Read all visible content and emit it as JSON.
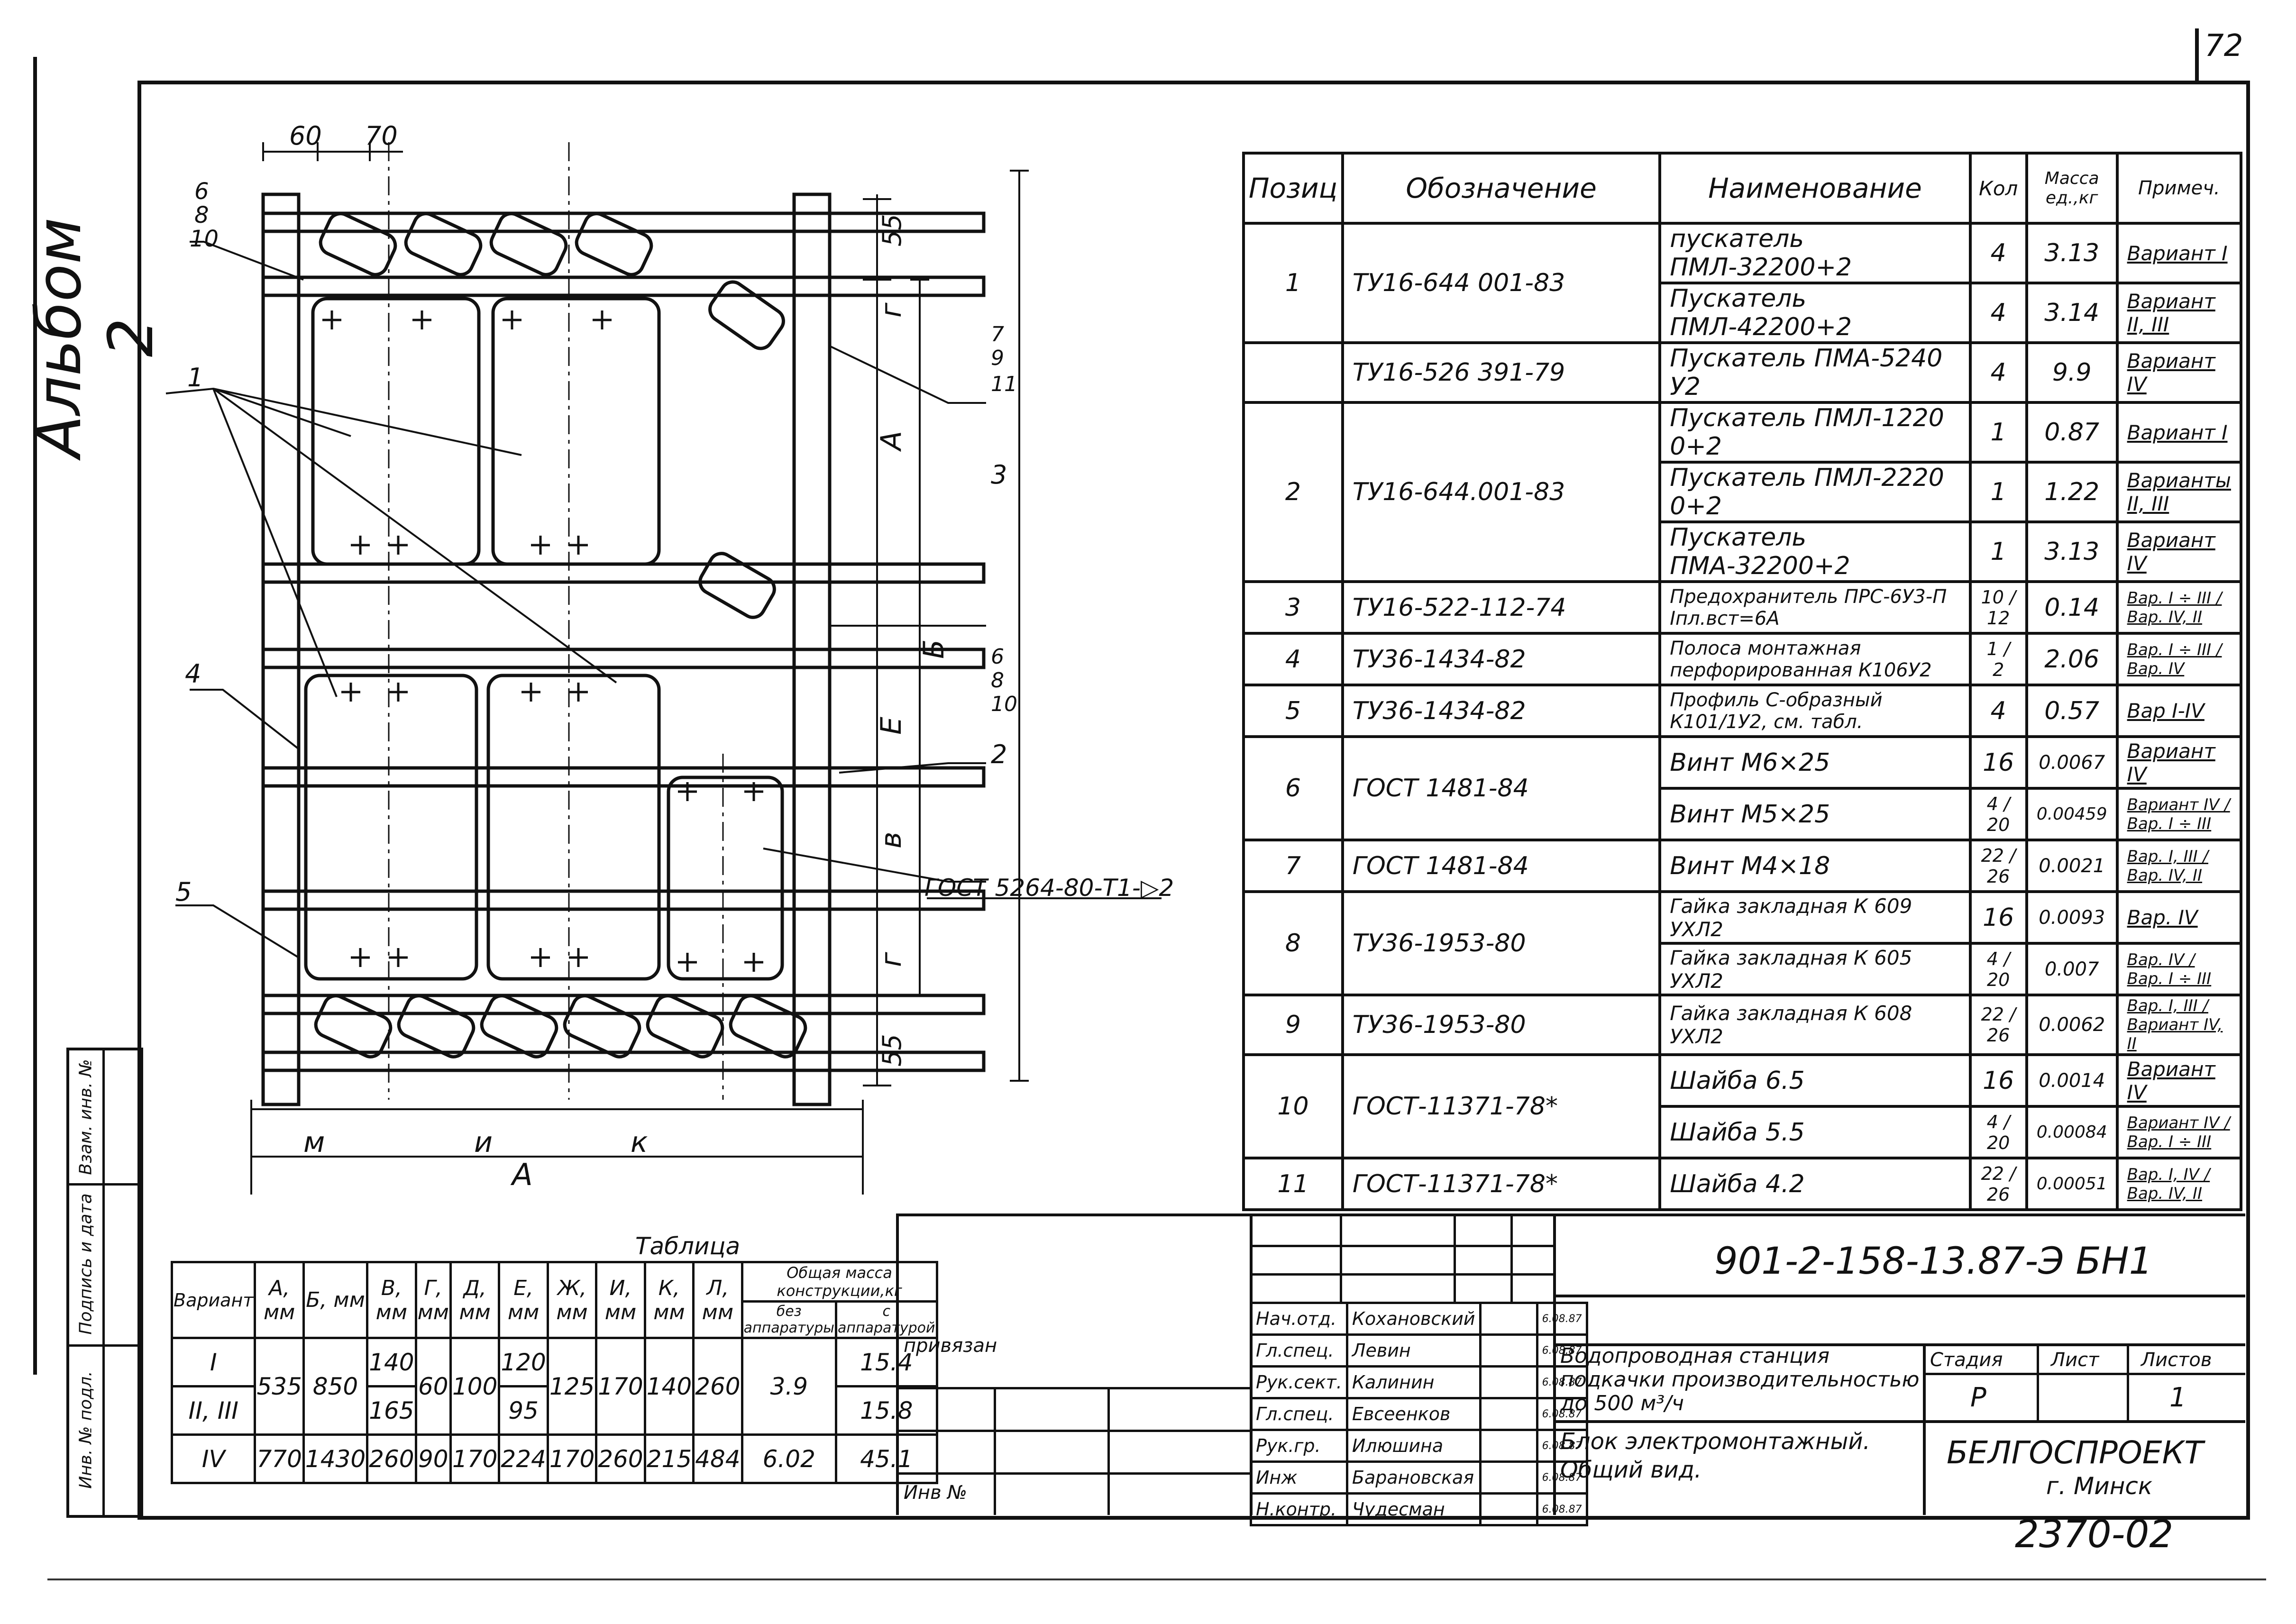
{
  "page_number": "72",
  "album_label": "Альбом 2",
  "drawing": {
    "top_dims": [
      "60",
      "70"
    ],
    "right_dims_top": "55",
    "right_dims_bottom": "55",
    "dim_letters": {
      "g1": "г",
      "a": "А",
      "b": "Б",
      "e": "Е",
      "v": "в",
      "g2": "г",
      "m": "м",
      "i": "и",
      "k": "к",
      "A": "А"
    },
    "callouts": {
      "stack_left_1": [
        "6",
        "8",
        "10"
      ],
      "callout_1": "1",
      "callout_4": "4",
      "callout_5": "5",
      "stack_right_1": [
        "7",
        "9",
        "11"
      ],
      "callout_3": "3",
      "stack_right_2": [
        "6",
        "8",
        "10"
      ],
      "callout_2": "2"
    },
    "weld_note": "ГОСТ 5264-80-Т1-▷2"
  },
  "spec_table": {
    "headers": [
      "Позиц",
      "Обозначение",
      "Наименование",
      "Кол",
      "Масса ед.,кг",
      "Примеч."
    ],
    "rows": [
      {
        "pos": "1",
        "designation": "ТУ16-644 001-83",
        "name": "пускатель ПМЛ-32200+2",
        "qty": "4",
        "mass": "3.13",
        "note": "Вариант I"
      },
      {
        "pos": "",
        "designation": "",
        "name": "Пускатель ПМЛ-42200+2",
        "qty": "4",
        "mass": "3.14",
        "note": "Вариант II, III"
      },
      {
        "pos": "",
        "designation": "ТУ16-526 391-79",
        "name": "Пускатель ПМА-5240 У2",
        "qty": "4",
        "mass": "9.9",
        "note": "Вариант IV"
      },
      {
        "pos": "2",
        "designation": "ТУ16-644.001-83",
        "name": "Пускатель ПМЛ-1220 0+2",
        "qty": "1",
        "mass": "0.87",
        "note": "Вариант I"
      },
      {
        "pos": "",
        "designation": "",
        "name": "Пускатель ПМЛ-2220 0+2",
        "qty": "1",
        "mass": "1.22",
        "note": "Варианты II, III"
      },
      {
        "pos": "",
        "designation": "",
        "name": "Пускатель ПМА-32200+2",
        "qty": "1",
        "mass": "3.13",
        "note": "Вариант IV"
      },
      {
        "pos": "3",
        "designation": "ТУ16-522-112-74",
        "name": "Предохранитель ПРС-6У3-П Iпл.вст=6А",
        "qty": "10 / 12",
        "mass": "0.14",
        "note": "Вар. I ÷ III / Вар. IV, II"
      },
      {
        "pos": "4",
        "designation": "ТУ36-1434-82",
        "name": "Полоса монтажная перфорированная К106У2",
        "qty": "1 / 2",
        "mass": "2.06",
        "note": "Вар. I ÷ III / Вар. IV"
      },
      {
        "pos": "5",
        "designation": "ТУ36-1434-82",
        "name": "Профиль С-образный К101/1У2, см. табл.",
        "qty": "4",
        "mass": "0.57",
        "note": "Вар I-IV"
      },
      {
        "pos": "6",
        "designation": "ГОСТ 1481-84",
        "name": "Винт М6×25",
        "qty": "16",
        "mass": "0.0067",
        "note": "Вариант IV"
      },
      {
        "pos": "",
        "designation": "",
        "name": "Винт М5×25",
        "qty": "4 / 20",
        "mass": "0.00459",
        "note": "Вариант IV / Вар. I ÷ III"
      },
      {
        "pos": "7",
        "designation": "ГОСТ 1481-84",
        "name": "Винт М4×18",
        "qty": "22 / 26",
        "mass": "0.0021",
        "note": "Вар. I, III / Вар. IV, II"
      },
      {
        "pos": "8",
        "designation": "ТУ36-1953-80",
        "name": "Гайка закладная К 609 УХЛ2",
        "qty": "16",
        "mass": "0.0093",
        "note": "Вар. IV"
      },
      {
        "pos": "",
        "designation": "",
        "name": "Гайка закладная К 605 УХЛ2",
        "qty": "4 / 20",
        "mass": "0.007",
        "note": "Вар. IV / Вар. I ÷ III"
      },
      {
        "pos": "9",
        "designation": "ТУ36-1953-80",
        "name": "Гайка закладная К 608 УХЛ2",
        "qty": "22 / 26",
        "mass": "0.0062",
        "note": "Вар. I, III / Вариант IV, II"
      },
      {
        "pos": "10",
        "designation": "ГОСТ-11371-78*",
        "name": "Шайба 6.5",
        "qty": "16",
        "mass": "0.0014",
        "note": "Вариант IV"
      },
      {
        "pos": "",
        "designation": "",
        "name": "Шайба 5.5",
        "qty": "4 / 20",
        "mass": "0.00084",
        "note": "Вариант IV / Вар. I ÷ III"
      },
      {
        "pos": "11",
        "designation": "ГОСТ-11371-78*",
        "name": "Шайба 4.2",
        "qty": "22 / 26",
        "mass": "0.00051",
        "note": "Вар. I, IV / Вар. IV, II"
      }
    ]
  },
  "variant_table": {
    "title": "Таблица",
    "headers": [
      "Вариант",
      "А, мм",
      "Б, мм",
      "В, мм",
      "Г, мм",
      "Д, мм",
      "Е, мм",
      "Ж, мм",
      "И, мм",
      "К, мм",
      "Л, мм"
    ],
    "mass_header": "Общая масса конструкции,кг",
    "mass_sub": [
      "без аппаратуры",
      "с аппаратурой"
    ],
    "rows": [
      {
        "variant": "I",
        "A": "535",
        "B": "850",
        "V": "140",
        "G": "60",
        "D": "100",
        "E": "120",
        "Zh": "125",
        "I": "170",
        "K": "140",
        "L": "260",
        "m1": "3.9",
        "m2": "15.4"
      },
      {
        "variant": "II, III",
        "A": "",
        "B": "",
        "V": "165",
        "G": "",
        "D": "",
        "E": "95",
        "Zh": "",
        "I": "",
        "K": "",
        "L": "",
        "m1": "",
        "m2": "15.8"
      },
      {
        "variant": "IV",
        "A": "770",
        "B": "1430",
        "V": "260",
        "G": "90",
        "D": "170",
        "E": "224",
        "Zh": "170",
        "I": "260",
        "K": "215",
        "L": "484",
        "m1": "6.02",
        "m2": "45.1"
      }
    ]
  },
  "side_stamp": [
    "Взам. инв. №",
    "Подпись и дата",
    "Инв. № подл."
  ],
  "title_block": {
    "doc_code": "901-2-158-13.87-Э БН1",
    "privyazan": "привязан",
    "inv_no": "Инв №",
    "staff": [
      {
        "role": "Нач.отд.",
        "name": "Кохановский",
        "date": "6.08.87"
      },
      {
        "role": "Гл.спец.",
        "name": "Левин",
        "date": "6.08.87"
      },
      {
        "role": "Рук.сект.",
        "name": "Калинин",
        "date": "6.08.87"
      },
      {
        "role": "Гл.спец.",
        "name": "Евсеенков",
        "date": "6.08.87"
      },
      {
        "role": "Рук.гр.",
        "name": "Илюшина",
        "date": "6.08.87"
      },
      {
        "role": "Инж",
        "name": "Барановская",
        "date": "6.08.87"
      },
      {
        "role": "Н.контр.",
        "name": "Чудесман",
        "date": "6.08.87"
      }
    ],
    "project_title": "Водопроводная станция подкачки производительностью до 500 м³/ч",
    "sheet_title": "Блок электромонтажный. Общий вид.",
    "stage_label": "Стадия",
    "sheet_label": "Лист",
    "sheets_label": "Листов",
    "stage": "Р",
    "sheets": "1",
    "org": "БЕЛГОСПРОЕКТ",
    "city": "г. Минск",
    "archive_no": "2370-02"
  }
}
